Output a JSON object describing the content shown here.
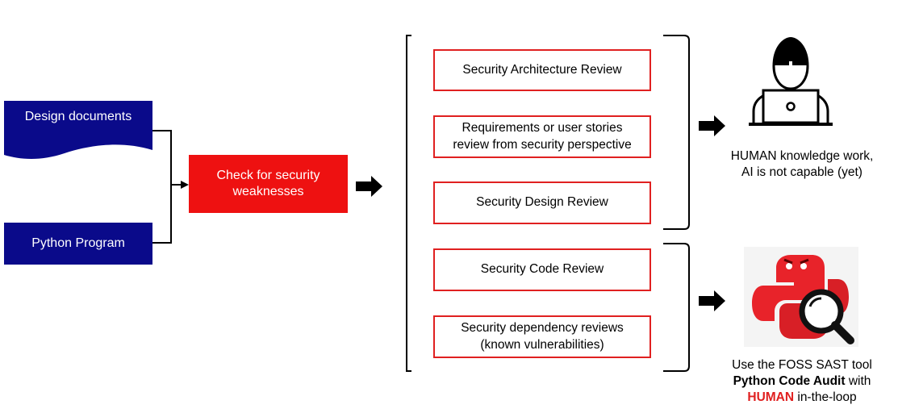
{
  "inputs": {
    "design_documents": "Design documents",
    "python_program": "Python Program"
  },
  "process": {
    "check_label": "Check for security weaknesses"
  },
  "reviews": [
    {
      "label": "Security Architecture Review"
    },
    {
      "label": "Requirements or user stories review from security perspective"
    },
    {
      "label": "Security Design Review"
    },
    {
      "label": "Security Code Review"
    },
    {
      "label": "Security dependency reviews (known vulnerabilities)"
    }
  ],
  "outcomes": {
    "human": {
      "icon": "person-at-laptop-icon",
      "line1": "HUMAN knowledge work,",
      "line2": "AI is not capable (yet)"
    },
    "tool": {
      "icon": "python-audit-magnifier-icon",
      "line1": "Use the FOSS SAST tool",
      "line2_bold": "Python Code Audit",
      "line2_rest": " with",
      "line3_highlight": "HUMAN",
      "line3_rest": " in-the-loop"
    }
  },
  "colors": {
    "navy": "#0a0a8a",
    "red": "#ee1111",
    "border_red": "#e02020",
    "python_red": "#e8232a"
  }
}
